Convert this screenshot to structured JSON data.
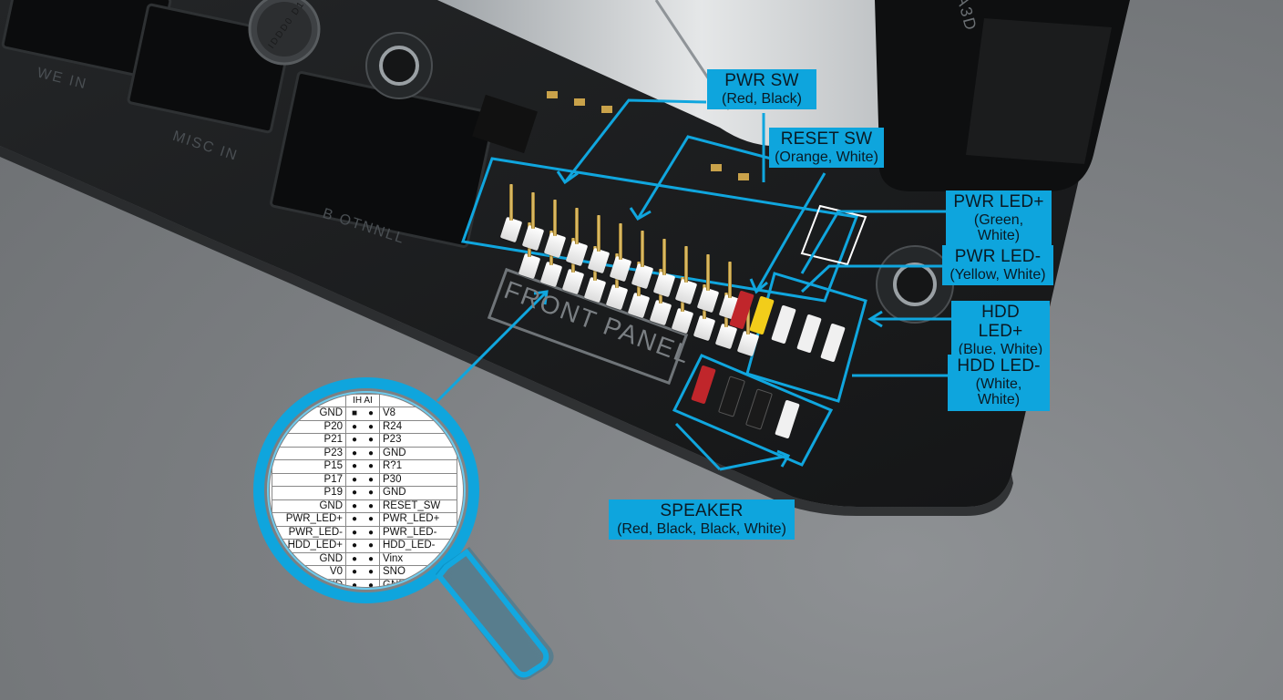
{
  "board_labels": {
    "we_in": "WE IN",
    "misc_in": "MISC IN",
    "b_otnnll": "B OTNNLL",
    "front_panel": "FRONT PANEL",
    "corner": "A3D"
  },
  "capacitor_text": "IDDD0 D1 DI",
  "callouts": [
    {
      "id": "pwr-sw",
      "name": "PWR SW",
      "colors": "(Red, Black)"
    },
    {
      "id": "reset-sw",
      "name": "RESET SW",
      "colors": "(Orange, White)"
    },
    {
      "id": "pwr-led-plus",
      "name": "PWR LED+",
      "colors": "(Green, White)"
    },
    {
      "id": "pwr-led-minus",
      "name": "PWR LED-",
      "colors": "(Yellow, White)"
    },
    {
      "id": "hdd-led-plus",
      "name": "HDD LED+",
      "colors": "(Blue, White)"
    },
    {
      "id": "hdd-led-minus",
      "name": "HDD LED-",
      "colors": "(White, White)"
    },
    {
      "id": "speaker",
      "name": "SPEAKER",
      "colors": "(Red, Black, Black, White)"
    }
  ],
  "pin_table": {
    "header": "IH AI",
    "rows": [
      {
        "left": "GND",
        "right": "V8"
      },
      {
        "left": "P20",
        "right": "R24"
      },
      {
        "left": "P21",
        "right": "P23"
      },
      {
        "left": "P23",
        "right": "GND"
      },
      {
        "left": "P15",
        "right": "R?1"
      },
      {
        "left": "P17",
        "right": "P30"
      },
      {
        "left": "P19",
        "right": "GND"
      },
      {
        "left": "GND",
        "right": "RESET_SW"
      },
      {
        "left": "PWR_LED+",
        "right": "PWR_LED+"
      },
      {
        "left": "PWR_LED-",
        "right": "PWR_LED-"
      },
      {
        "left": "HDD_LED+",
        "right": "HDD_LED-"
      },
      {
        "left": "GND",
        "right": "Vinx"
      },
      {
        "left": "V0",
        "right": "SNO"
      },
      {
        "left": "GND",
        "right": "GND"
      }
    ]
  },
  "colors": {
    "accent": "#0ea5dd",
    "board": "#1c1e20",
    "background": "#7d8083"
  }
}
